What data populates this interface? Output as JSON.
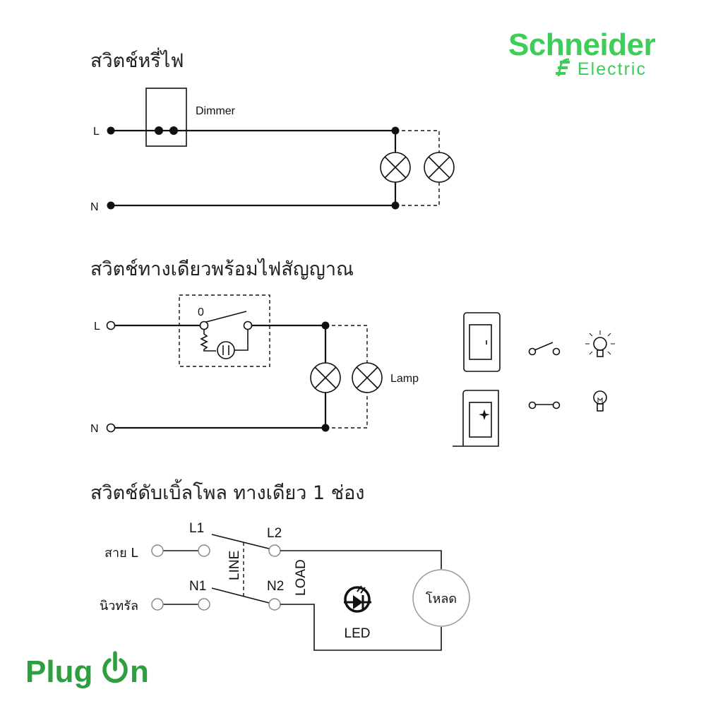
{
  "logo": {
    "brand_line1": "Schneider",
    "brand_line2": "Electric",
    "color": "#3dcd58"
  },
  "footer_logo": {
    "text_left": "Plug",
    "text_right": "n",
    "color": "#2e9e3e"
  },
  "diagram1": {
    "title": "สวิตช์หรี่ไฟ",
    "device_label": "Dimmer",
    "terminal_l": "L",
    "terminal_n": "N"
  },
  "diagram2": {
    "title": "สวิตช์ทางเดียวพร้อมไฟสัญญาณ",
    "switch_position": "0",
    "terminal_l": "L",
    "terminal_n": "N",
    "lamp_label": "Lamp"
  },
  "diagram3": {
    "title": "สวิตช์ดับเบิ้ลโพล ทางเดียว 1 ช่อง",
    "wire_l": "สาย L",
    "wire_n": "นิวทรัล",
    "t_l1": "L1",
    "t_n1": "N1",
    "t_l2": "L2",
    "t_n2": "N2",
    "side_line": "LINE",
    "side_load": "LOAD",
    "led_label": "LED",
    "load_label": "โหลด"
  }
}
